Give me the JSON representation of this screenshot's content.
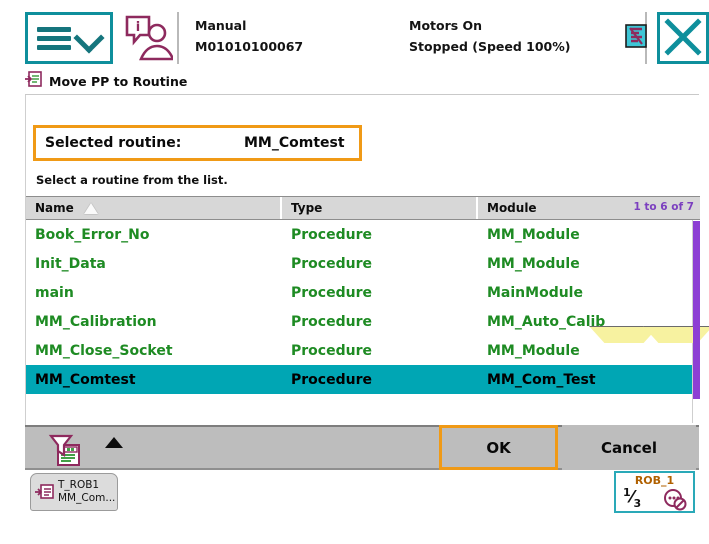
{
  "statusbar": {
    "menu_icon": "hamburger-menu-icon",
    "operator_icon": "operator-info-icon",
    "mode": "Manual",
    "controller_id": "M01010100067",
    "motors_state": "Motors On",
    "exec_state": "Stopped (Speed 100%)",
    "program_icon": "program-task-icon",
    "close_icon": "close-x-icon"
  },
  "window": {
    "icon": "move-pp-icon",
    "title": "Move PP to Routine"
  },
  "selection": {
    "label": "Selected routine:",
    "value": "MM_Comtest",
    "hint": "Select a routine from the list."
  },
  "table": {
    "columns": [
      "Name",
      "Type",
      "Module"
    ],
    "sort_indicator": "sort-ascending-icon",
    "pager": "1 to 6 of 7",
    "rows": [
      {
        "name": "Book_Error_No",
        "type": "Procedure",
        "module": "MM_Module",
        "selected": false
      },
      {
        "name": "Init_Data",
        "type": "Procedure",
        "module": "MM_Module",
        "selected": false
      },
      {
        "name": "main",
        "type": "Procedure",
        "module": "MainModule",
        "selected": false
      },
      {
        "name": "MM_Calibration",
        "type": "Procedure",
        "module": "MM_Auto_Calib",
        "selected": false
      },
      {
        "name": "MM_Close_Socket",
        "type": "Procedure",
        "module": "MM_Module",
        "selected": false
      },
      {
        "name": "MM_Comtest",
        "type": "Procedure",
        "module": "MM_Com_Test",
        "selected": true
      }
    ]
  },
  "actionbar": {
    "filter_icon": "filter-icon",
    "expand_icon": "collapse-up-arrow-icon",
    "ok_label": "OK",
    "cancel_label": "Cancel"
  },
  "taskbar": {
    "task_icon": "task-program-icon",
    "task_line1": "T_ROB1",
    "task_line2": "MM_Com...",
    "quickset_title": "ROB_1",
    "quickset_numerator": "1",
    "quickset_denominator": "3",
    "quickset_icon": "quickset-menu-icon"
  },
  "colors": {
    "accent_teal": "#00a6b4",
    "focus_orange": "#f09a16",
    "row_green": "#1e8b23",
    "scrollbar_purple": "#8d3fd4",
    "icon_maroon": "#8e2a5e"
  }
}
